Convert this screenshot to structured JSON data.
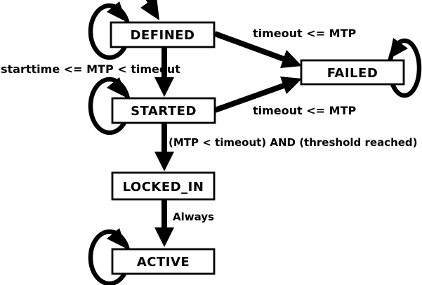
{
  "diagram": {
    "title": "state-machine",
    "colors": {
      "background": "#ffffff",
      "stroke": "#000000",
      "state_fill": "#ffffff",
      "text": "#000000"
    },
    "states": {
      "defined": {
        "label": "DEFINED"
      },
      "failed": {
        "label": "FAILED"
      },
      "started": {
        "label": "STARTED"
      },
      "locked_in": {
        "label": "LOCKED_IN"
      },
      "active": {
        "label": "ACTIVE"
      }
    },
    "transitions": {
      "defined_to_started": {
        "from": "DEFINED",
        "to": "STARTED",
        "label": "starttime <= MTP < timeout"
      },
      "defined_to_failed": {
        "from": "DEFINED",
        "to": "FAILED",
        "label": "timeout <= MTP"
      },
      "started_to_failed": {
        "from": "STARTED",
        "to": "FAILED",
        "label": "timeout <= MTP"
      },
      "started_to_locked_in": {
        "from": "STARTED",
        "to": "LOCKED_IN",
        "label": "(MTP < timeout) AND (threshold reached)"
      },
      "locked_in_to_active": {
        "from": "LOCKED_IN",
        "to": "ACTIVE",
        "label": "Always"
      },
      "defined_self": {
        "from": "DEFINED",
        "to": "DEFINED",
        "label": ""
      },
      "started_self": {
        "from": "STARTED",
        "to": "STARTED",
        "label": ""
      },
      "failed_self": {
        "from": "FAILED",
        "to": "FAILED",
        "label": ""
      },
      "active_self": {
        "from": "ACTIVE",
        "to": "ACTIVE",
        "label": ""
      }
    }
  }
}
